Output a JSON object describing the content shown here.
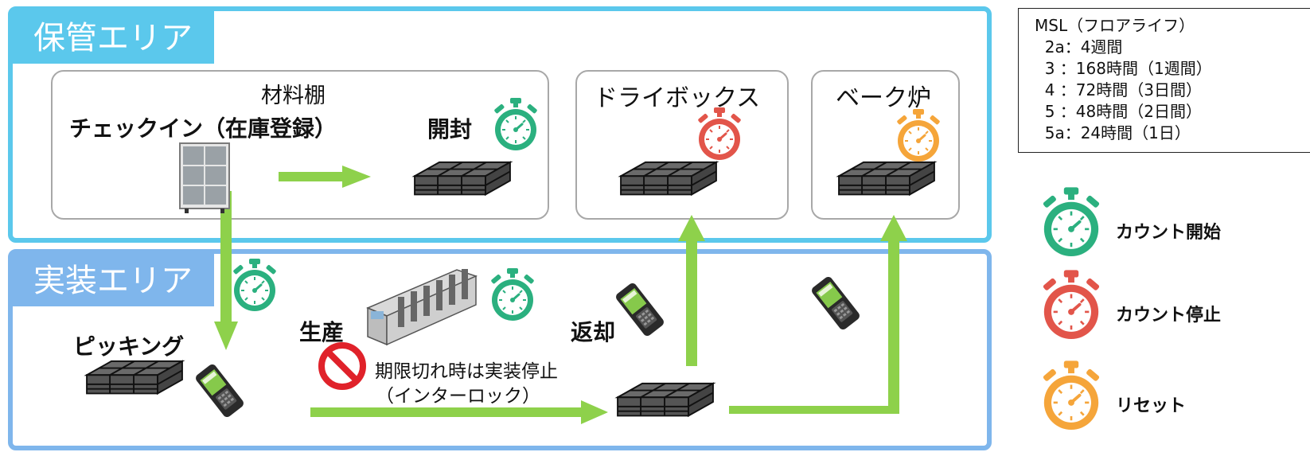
{
  "areas": {
    "storage_title": "保管エリア",
    "mount_title": "実装エリア"
  },
  "storage": {
    "shelf_label": "材料棚",
    "checkin_label": "チェックイン（在庫登録）",
    "open_label": "開封",
    "drybox_label": "ドライボックス",
    "bake_label": "ベーク炉"
  },
  "mount": {
    "picking_label": "ピッキング",
    "production_label": "生産",
    "return_label": "返却",
    "warning_line1": "期限切れ時は実装停止",
    "warning_line2": "（インターロック）"
  },
  "msl": {
    "title": "MSL（フロアライフ）",
    "rows": [
      "  2a：4週間",
      "  3 ：168時間（1週間）",
      "  4 ：72時間（3日間）",
      "  5 ：48時間（2日間）",
      "  5a：24時間（1日）"
    ]
  },
  "legend": {
    "start_label": "カウント開始",
    "stop_label": "カウント停止",
    "reset_label": "リセット",
    "colors": {
      "start": "#2bb07f",
      "stop": "#e2554a",
      "reset": "#f5a53a",
      "arrow": "#8ed14b"
    }
  }
}
